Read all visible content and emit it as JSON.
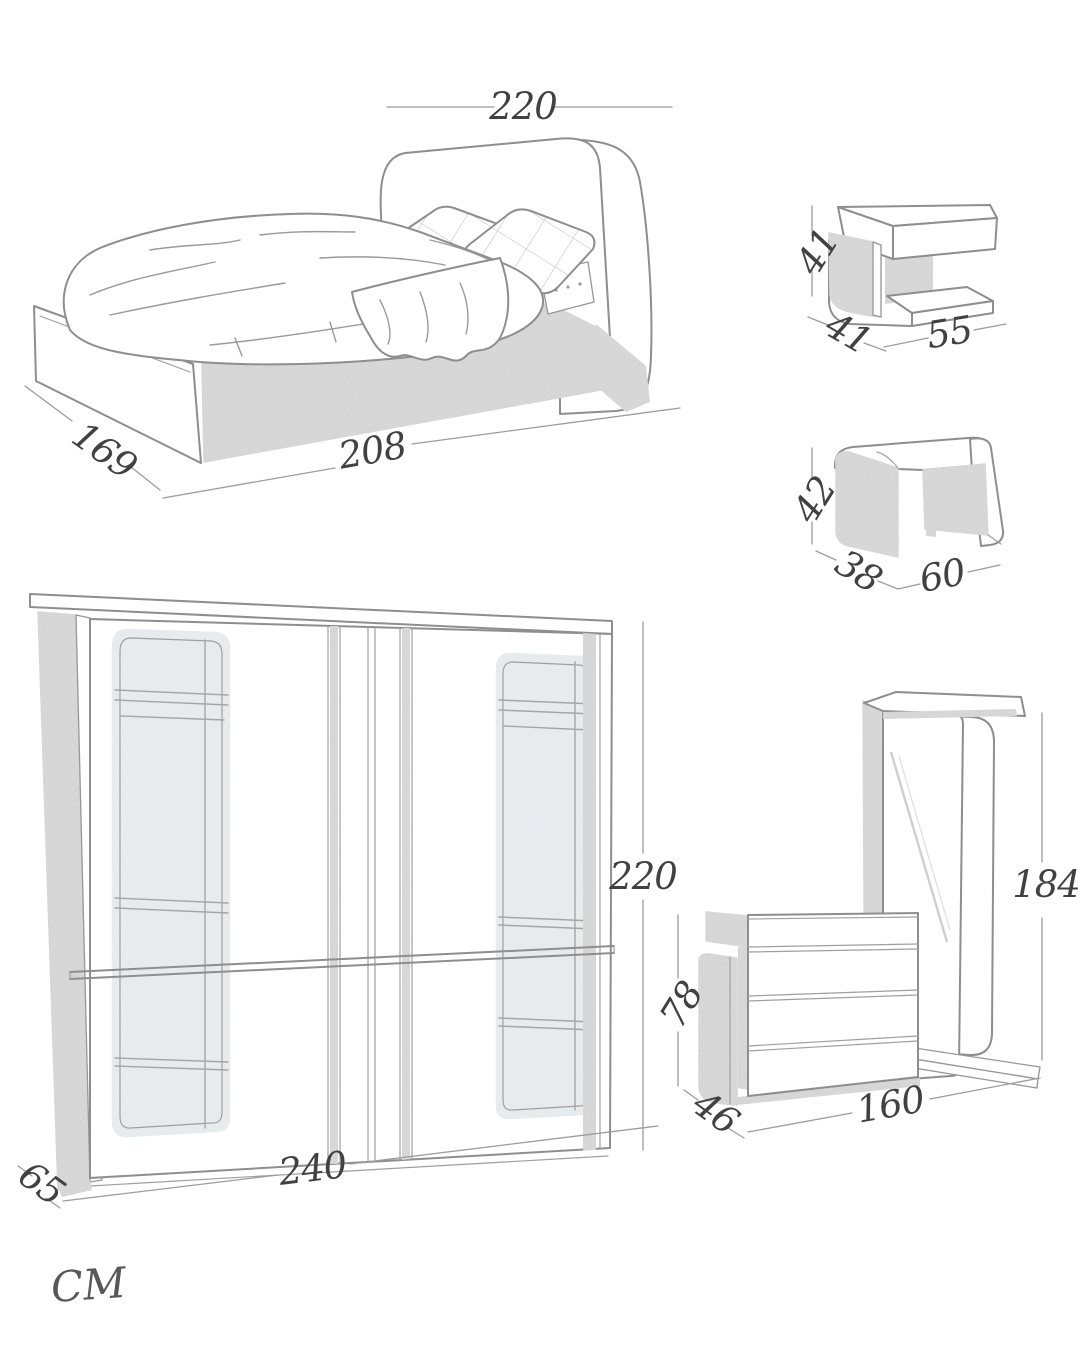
{
  "furniture": {
    "bed": {
      "headboard_width": "220",
      "depth": "169",
      "length": "208"
    },
    "nightstand": {
      "height": "41",
      "depth": "41",
      "width": "55"
    },
    "stool": {
      "height": "42",
      "depth": "38",
      "width": "60"
    },
    "wardrobe": {
      "height": "220",
      "width": "240",
      "depth": "65"
    },
    "dresser": {
      "height": "78",
      "depth": "46",
      "width": "160"
    },
    "mirror": {
      "height": "184"
    }
  },
  "signature": "CM",
  "colors": {
    "background": "#ffffff",
    "sketch_line": "#8e8e8e",
    "dimension_line": "#9c9c9c",
    "dimension_text": "#414141",
    "panel_shade": "#d9d9d9",
    "glass_tint": "#eaeef1"
  }
}
